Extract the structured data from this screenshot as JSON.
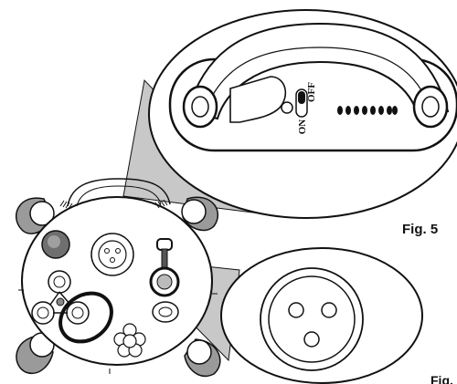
{
  "figure": {
    "label": "Fig. 5",
    "label_cut": "Fig. 5"
  },
  "switch": {
    "on_label": "ON",
    "off_label": "OFF"
  },
  "icons": {
    "handle_callout": "handle-callout",
    "socket_callout": "xlr-socket-callout"
  },
  "colors": {
    "outline": "#111111",
    "callout_fill": "#bdbdbd",
    "dial_fill": "#777777",
    "background": "#ffffff"
  }
}
